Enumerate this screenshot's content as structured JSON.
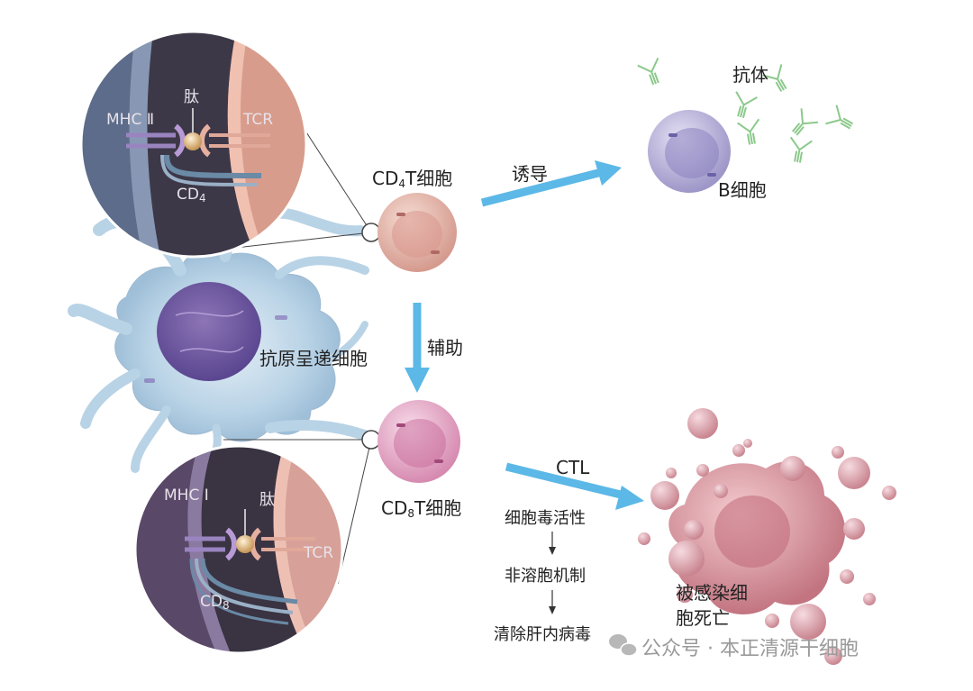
{
  "labels": {
    "antibody": "抗体",
    "b_cell": "B细胞",
    "induce": "诱导",
    "cd4_pre": "CD",
    "cd4_sub": "4",
    "cd4_post": "T细胞",
    "help": "辅助",
    "apc": "抗原呈递细胞",
    "cd8_pre": "CD",
    "cd8_sub": "8",
    "cd8_post": "T细胞",
    "ctl": "CTL",
    "cytotoxic": "细胞毒活性",
    "non_lytic": "非溶胞机制",
    "clear_virus": "清除肝内病毒",
    "infected_line1": "被感染细",
    "infected_line2": "胞死亡",
    "watermark": "公众号 · 本正清源干细胞"
  },
  "inset_top": {
    "mhc": "MHC Ⅱ",
    "peptide": "肽",
    "tcr": "TCR",
    "co_pre": "CD",
    "co_sub": "4"
  },
  "inset_bottom": {
    "mhc": "MHC Ⅰ",
    "peptide": "肽",
    "tcr": "TCR",
    "co_pre": "CD",
    "co_sub": "8"
  },
  "colors": {
    "arrow": "#5cb8e6",
    "apc": "#b9d3e6",
    "cd4_cell": "#e8b2a6",
    "cd8_cell": "#e9a8c6",
    "b_cell": "#b7b2d8",
    "infected": "#d9909a",
    "antibody": "#8cc98c"
  }
}
